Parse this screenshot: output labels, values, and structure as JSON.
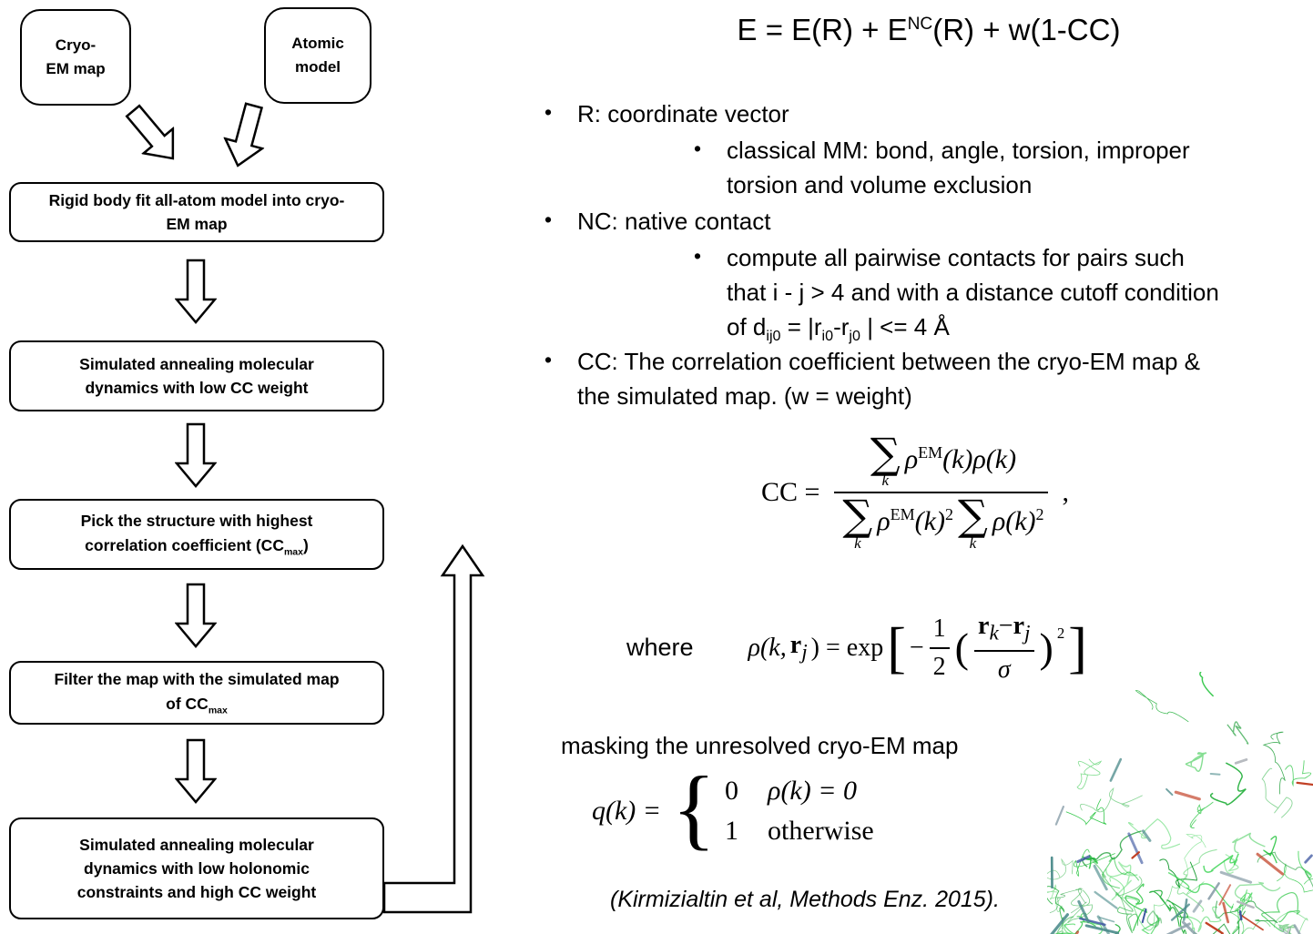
{
  "labels": {
    "bullet": "•",
    "where": "where",
    "masking": "masking the unresolved cryo-EM map",
    "citation": "(Kirmizialtin et al, Methods Enz. 2015)."
  },
  "title_equation": {
    "pre": "E = E(R) + E",
    "sup": "NC",
    "post": "(R) + w(1-CC)"
  },
  "bullets": {
    "r": "R: coordinate vector",
    "r_sub_line1": "classical MM: bond, angle, torsion, improper",
    "r_sub_line2": "torsion and volume exclusion",
    "nc": "NC: native contact",
    "nc_sub_line1": "compute all pairwise contacts for pairs such",
    "nc_sub_line2": "that i - j > 4 and with a distance cutoff condition",
    "nc_sub_line3": {
      "pre": "of d",
      "sub1": "ij0",
      "mid1": " = |r",
      "sub2": "i0",
      "mid2": "-r",
      "sub3": "j0",
      "post": " | <= 4 Å"
    },
    "cc_line1": "CC: The correlation coefficient between the cryo-EM map &",
    "cc_line2": "the simulated map. (w = weight)"
  },
  "flowchart": {
    "cryo_box": {
      "line1": "Cryo-",
      "line2": "EM map"
    },
    "atomic_box": {
      "line1": "Atomic",
      "line2": "model"
    },
    "rigid_box": {
      "line1": "Rigid body fit all-atom model into cryo-",
      "line2": "EM map"
    },
    "sa_low_box": {
      "line1": "Simulated annealing molecular",
      "line2": "dynamics with low CC weight"
    },
    "pick_box": {
      "line1": "Pick the structure with highest",
      "line2_pre": "correlation coefficient (CC",
      "line2_sub": "max",
      "line2_post": ")"
    },
    "filter_box": {
      "line1": "Filter the map with the simulated map",
      "line2_pre": "of CC",
      "line2_sub": "max"
    },
    "sa_high_box": {
      "line1": "Simulated annealing molecular",
      "line2": "dynamics with low holonomic",
      "line3": "constraints and high CC weight"
    }
  },
  "equations": {
    "cc": {
      "lhs": "CC =",
      "sigma": "∑",
      "k": "k",
      "rho": "ρ",
      "em": "EM",
      "kparen": "(k)",
      "rhok": "ρ(k)",
      "two": "2",
      "comma": ","
    },
    "rho": {
      "lhs_pre": "ρ(k,",
      "r": "r",
      "sub_j": "j",
      "lhs_post": ") = exp",
      "lbrack": "[",
      "minus": "−",
      "one": "1",
      "two": "2",
      "lparen": "(",
      "sub_k": "k",
      "sigma": "σ",
      "rparen": ")",
      "sq": "2",
      "rbrack": "]"
    },
    "cases": {
      "lhs": "q(k) =",
      "brace": "{",
      "v0": "0",
      "c0": "ρ(k) = 0",
      "v1": "1",
      "c1": "otherwise"
    }
  }
}
